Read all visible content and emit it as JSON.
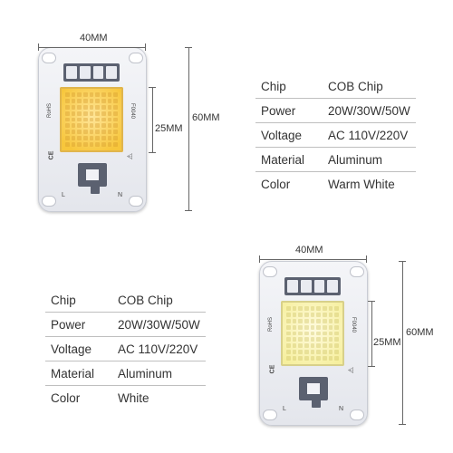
{
  "modules": [
    {
      "variant": "warm",
      "width_label": "40MM",
      "height_label": "60MM",
      "chip_label": "25MM",
      "marks": {
        "rohs": "RoHS",
        "ce": "CE",
        "model": "F0040",
        "l": "L",
        "n": "N"
      }
    },
    {
      "variant": "cool",
      "width_label": "40MM",
      "height_label": "60MM",
      "chip_label": "25MM",
      "marks": {
        "rohs": "RoHS",
        "ce": "CE",
        "model": "F0040",
        "l": "L",
        "n": "N"
      }
    }
  ],
  "specs_warm": [
    {
      "key": "Chip",
      "value": "COB Chip"
    },
    {
      "key": "Power",
      "value": "20W/30W/50W"
    },
    {
      "key": "Voltage",
      "value": "AC 110V/220V"
    },
    {
      "key": "Material",
      "value": "Aluminum"
    },
    {
      "key": "Color",
      "value": "Warm White"
    }
  ],
  "specs_white": [
    {
      "key": "Chip",
      "value": "COB Chip"
    },
    {
      "key": "Power",
      "value": "20W/30W/50W"
    },
    {
      "key": "Voltage",
      "value": "AC 110V/220V"
    },
    {
      "key": "Material",
      "value": "Aluminum"
    },
    {
      "key": "Color",
      "value": "White"
    }
  ],
  "colors": {
    "warm_chip": "#f7c63c",
    "white_chip": "#f6ef9e",
    "board": "#e8eaf0",
    "pins": "#5b6170"
  }
}
